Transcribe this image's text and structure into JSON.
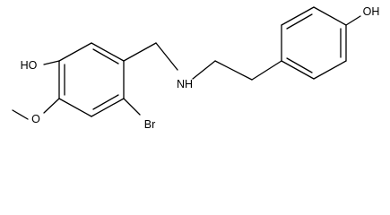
{
  "molecule": {
    "atoms": {
      "hydroxyl_left": "HO",
      "methoxy_oxygen": "O",
      "bromine": "Br",
      "amine": "NH",
      "hydroxyl_right": "OH"
    }
  },
  "colors": {
    "bond": "#000000",
    "label": "#000000",
    "background": "#ffffff"
  }
}
